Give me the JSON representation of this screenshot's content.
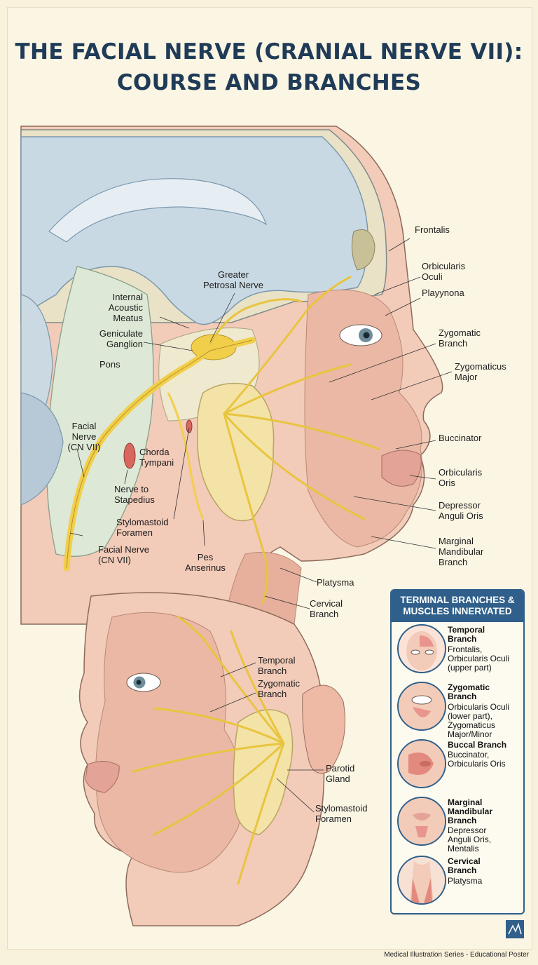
{
  "title": {
    "line1": "THE FACIAL NERVE (CRANIAL NERVE VII):",
    "line2": "COURSE AND BRANCHES"
  },
  "labels": {
    "greater_petrosal": "Greater\nPetrosal Nerve",
    "internal_acoustic": "Internal\nAcoustic\nMeatus",
    "geniculate": "Geniculate\nGanglion",
    "pons": "Pons",
    "facial_nerve_upper": "Facial\nNerve\n(CN VII)",
    "chorda_tympani": "Chorda\nTympani",
    "nerve_to_stapedius": "Nerve to\nStapedius",
    "stylomastoid_upper": "Stylomastoid\nForamen",
    "facial_nerve_lower": "Facial Nerve\n(CN VII)",
    "pes_anserinus": "Pes\nAnserinus",
    "frontalis": "Frontalis",
    "orbicularis_oculi": "Orbicularis\nOculi",
    "playynona": "Playynona",
    "zygomatic_branch": "Zygomatic\nBranch",
    "zygomaticus_major": "Zygomaticus\nMajor",
    "buccinator": "Buccinator",
    "orbicularis_oris": "Orbicularis\nOris",
    "depressor": "Depressor\nAnguli Oris",
    "marginal": "Marginal\nMandibular\nBranch",
    "platysma": "Platysma",
    "cervical_branch": "Cervical\nBranch",
    "temporal_branch_lower": "Temporal\nBranch",
    "zygomatic_branch_lower": "Zygomatic\nBranch",
    "parotid_gland": "Parotid\nGland",
    "stylomastoid_lower": "Stylomastoid\nForamen"
  },
  "panel": {
    "heading": "TERMINAL BRANCHES &\nMUSCLES INNERVATED",
    "items": [
      {
        "name": "Temporal\nBranch",
        "desc": "Frontalis,\nOrbicularis Oculi\n(upper part)"
      },
      {
        "name": "Zygomatic\nBranch",
        "desc": "Orbicularis Oculi\n(lower part),\nZygomaticus\nMajor/Minor"
      },
      {
        "name": "Buccal Branch",
        "desc": "Buccinator,\nOrbicularis Oris"
      },
      {
        "name": "Marginal\nMandibular\nBranch",
        "desc": "Depressor\nAnguli Oris,\nMentalis"
      },
      {
        "name": "Cervical\nBranch",
        "desc": "Platysma"
      }
    ]
  },
  "footer": "Medical Illustration Series - Educational Poster",
  "colors": {
    "nerve": "#f2cf4a",
    "muscle": "#eab8a4",
    "brain": "#c9d9e4",
    "accent": "#2f5f8a",
    "gland": "#f3e3a6"
  }
}
